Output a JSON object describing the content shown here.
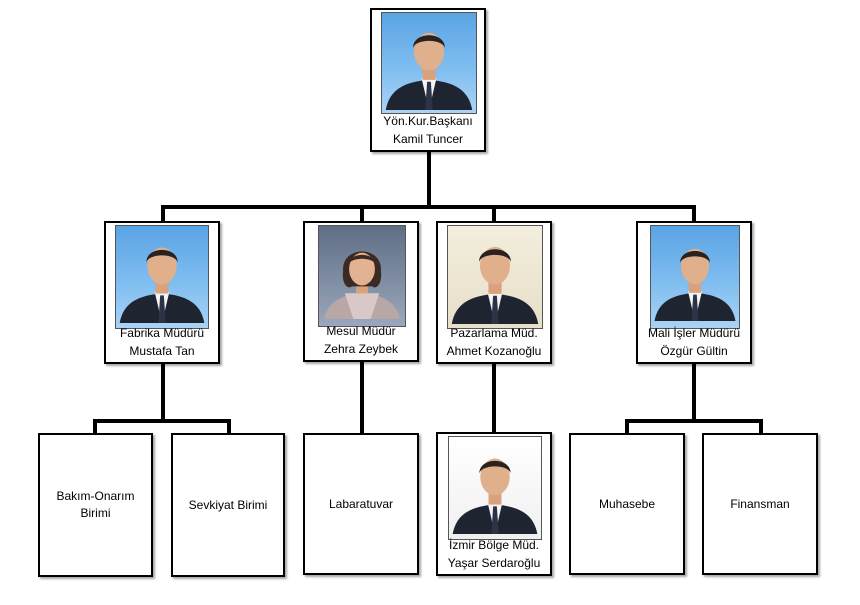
{
  "org_chart": {
    "top": {
      "title": "Yön.Kur.Başkanı",
      "name": "Kamil Tuncer"
    },
    "managers": [
      {
        "title": "Fabrika Müdürü",
        "name": "Mustafa Tan"
      },
      {
        "title": "Mesul Müdür",
        "name": "Zehra Zeybek"
      },
      {
        "title": "Pazarlama Müd.",
        "name": "Ahmet Kozanoğlu"
      },
      {
        "title": "Mali İşler Müdürü",
        "name": "Özgür Gültin"
      }
    ],
    "units": {
      "bakim": "Bakım-Onarım Birimi",
      "sevkiyat": "Sevkiyat Birimi",
      "labaratuvar": "Labaratuvar",
      "izmir": {
        "title": "İzmir Bölge Müd.",
        "name": "Yaşar Serdaroğlu"
      },
      "muhasebe": "Muhasebe",
      "finansman": "Finansman"
    }
  }
}
